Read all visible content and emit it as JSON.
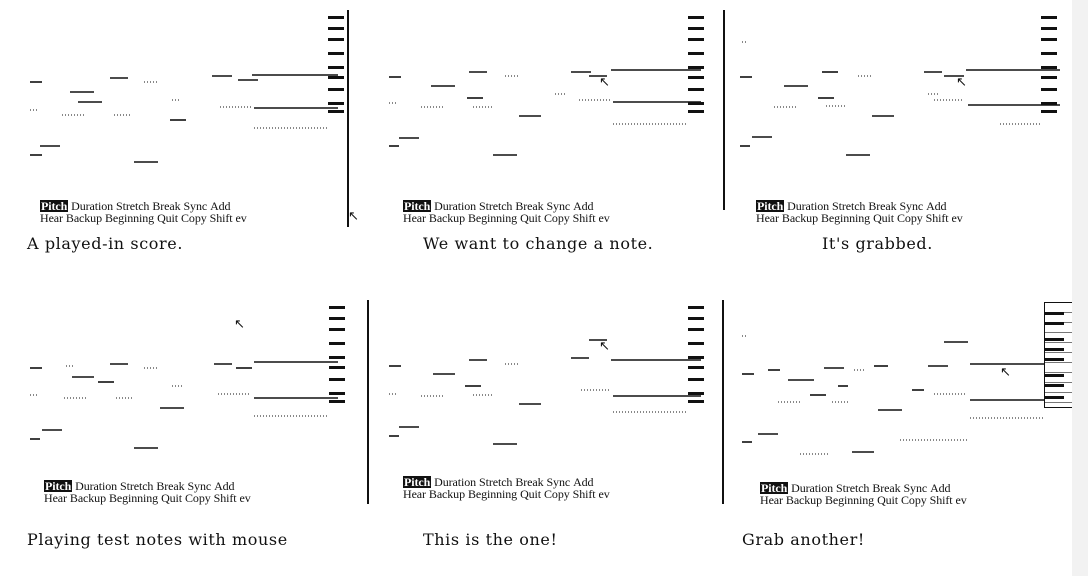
{
  "menu": {
    "row1": [
      "Pitch",
      "Duration",
      "Stretch",
      "Break",
      "Sync",
      "Add"
    ],
    "row2": [
      "Hear",
      "Backup",
      "Beginning",
      "Quit",
      "Copy",
      "Shift",
      "ev"
    ]
  },
  "captions": {
    "p1": "A played-in score.",
    "p2": "We want to change a note.",
    "p3": "It's grabbed.",
    "p4": "Playing test notes with mouse",
    "p5": "This is the one!",
    "p6": "Grab another!"
  },
  "icons": {
    "cursor": "arrow-cursor-icon",
    "piano": "piano-keys-icon"
  },
  "colors": {
    "ink": "#111111",
    "paper": "#ffffff"
  }
}
